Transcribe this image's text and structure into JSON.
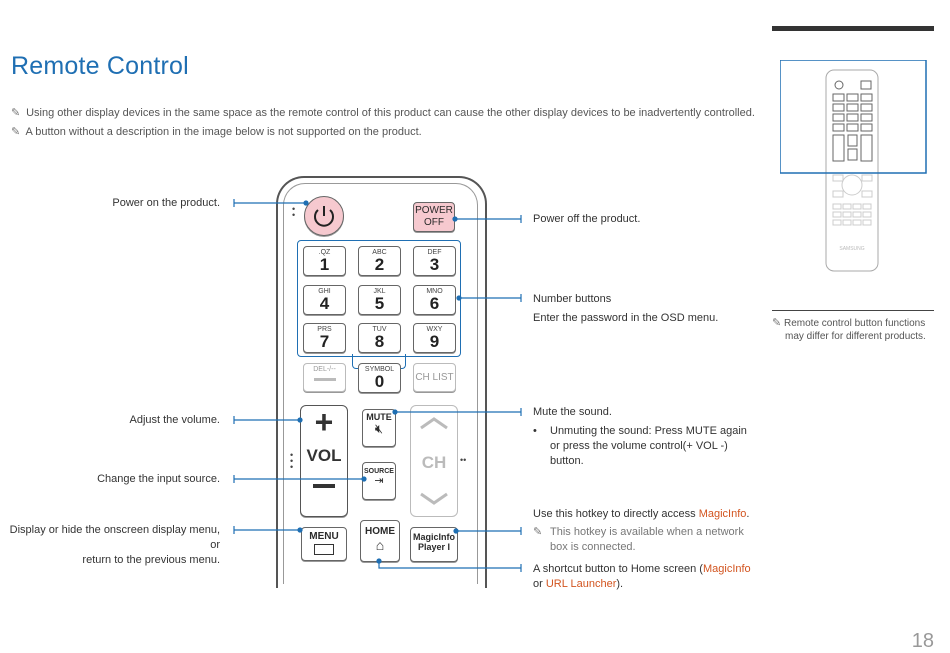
{
  "page": {
    "title": "Remote Control",
    "page_number": "18"
  },
  "notes": [
    "Using other display devices in the same space as the remote control of this product can cause the other display devices to be inadvertently controlled.",
    "A button without a description in the image below is not supported on the product."
  ],
  "left_labels": {
    "power_on": "Power on the product.",
    "volume": "Adjust the volume.",
    "source": "Change the input source.",
    "menu_line1": "Display or hide the onscreen display menu, or",
    "menu_line2": "return to the previous menu."
  },
  "right_labels": {
    "power_off": "Power off the product.",
    "number_title": "Number buttons",
    "number_desc": "Enter the password in the OSD menu.",
    "mute_title": "Mute the sound.",
    "mute_bullet_a": "Unmuting the sound: Press ",
    "mute_bullet_key": "MUTE",
    "mute_bullet_b": " again",
    "mute_bullet_line2a": "or press the volume control(",
    "mute_bullet_line2key": "+ VOL -",
    "mute_bullet_line2b": ")",
    "mute_bullet_line3": "button.",
    "magic_a": "Use this hotkey to directly access ",
    "magic_link": "MagicInfo",
    "magic_b": ".",
    "magic_note_1": "This hotkey is available when a network",
    "magic_note_2": "box is connected.",
    "home_a": "A shortcut button to Home screen (",
    "home_link1": "MagicInfo",
    "home_or": "or ",
    "home_link2": "URL Launcher",
    "home_b": ")."
  },
  "sidebar_note": {
    "line1": "Remote control button functions",
    "line2": "may differ for different products."
  },
  "remote": {
    "power_off_l1": "POWER",
    "power_off_l2": "OFF",
    "keys": [
      {
        "sub": ".QZ",
        "num": "1"
      },
      {
        "sub": "ABC",
        "num": "2"
      },
      {
        "sub": "DEF",
        "num": "3"
      },
      {
        "sub": "GHI",
        "num": "4"
      },
      {
        "sub": "JKL",
        "num": "5"
      },
      {
        "sub": "MNO",
        "num": "6"
      },
      {
        "sub": "PRS",
        "num": "7"
      },
      {
        "sub": "TUV",
        "num": "8"
      },
      {
        "sub": "WXY",
        "num": "9"
      }
    ],
    "del": "DEL-/--",
    "symbol": "SYMBOL",
    "zero": "0",
    "ch_list": "CH LIST",
    "vol": "VOL",
    "ch": "CH",
    "mute": "MUTE",
    "source": "SOURCE",
    "menu": "MENU",
    "home": "HOME",
    "magic_l1": "MagicInfo",
    "magic_l2": "Player I",
    "brand": "SAMSUNG"
  },
  "colors": {
    "accent_blue": "#1f6fb3",
    "link_orange": "#d2541f",
    "power_pink": "#f6c9cf"
  }
}
